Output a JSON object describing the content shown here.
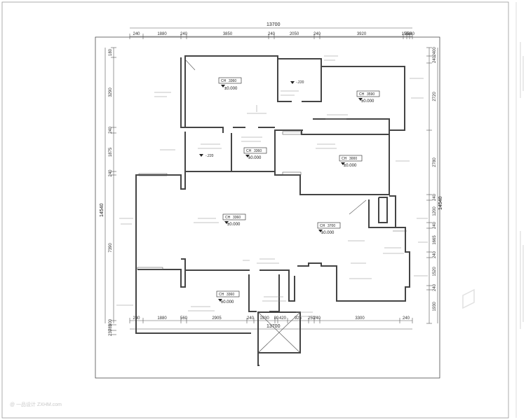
{
  "dimensions": {
    "top_total": "13700",
    "bottom_total": "13700",
    "left_total": "14540",
    "right_total": "14540",
    "top": [
      "240",
      "1880",
      "240",
      "3850",
      "240",
      "2050",
      "240",
      "3920",
      "155",
      "350",
      "240"
    ],
    "bottom": [
      "240",
      "1880",
      "560",
      "2905",
      "240",
      "1930",
      "80",
      "420",
      "925",
      "250",
      "240",
      "3300",
      "240"
    ],
    "left": [
      "180",
      "3290",
      "240",
      "1875",
      "240",
      "7390",
      "200",
      "785",
      "230"
    ],
    "right": [
      "2400",
      "240",
      "2720",
      "2780",
      "240",
      "1200",
      "240",
      "1665",
      "240",
      "1520",
      "240",
      "1930"
    ]
  },
  "rooms": [
    {
      "tag": "CH",
      "height": "3360",
      "level": "±0.000"
    },
    {
      "tag": "CH",
      "height": "3590",
      "level": "±0.000"
    },
    {
      "tag": "CH",
      "height": "3000",
      "level": "±0.000"
    },
    {
      "tag": "CH",
      "height": "3360",
      "level": "±0.000"
    },
    {
      "tag": "CH",
      "height": "3360",
      "level": "±0.000"
    },
    {
      "tag": "CH",
      "height": "3700",
      "level": "±0.000"
    },
    {
      "tag": "CH",
      "height": "3360",
      "level": "±0.000"
    }
  ],
  "levels": {
    "l1": "-.220",
    "l2": "-.220"
  },
  "watermark": "@ 一品设计 ZXHM.com"
}
